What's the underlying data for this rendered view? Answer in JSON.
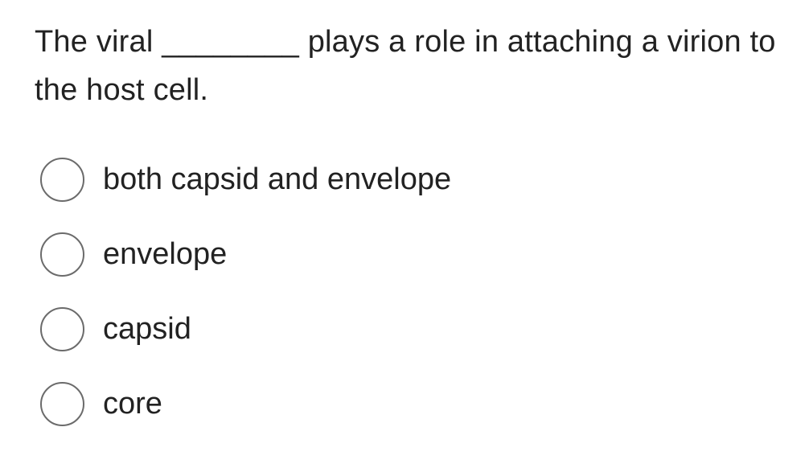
{
  "question": {
    "text": "The viral ________ plays a role in attaching a virion to the host cell."
  },
  "options": [
    {
      "label": "both capsid and envelope"
    },
    {
      "label": "envelope"
    },
    {
      "label": "capsid"
    },
    {
      "label": "core"
    }
  ]
}
